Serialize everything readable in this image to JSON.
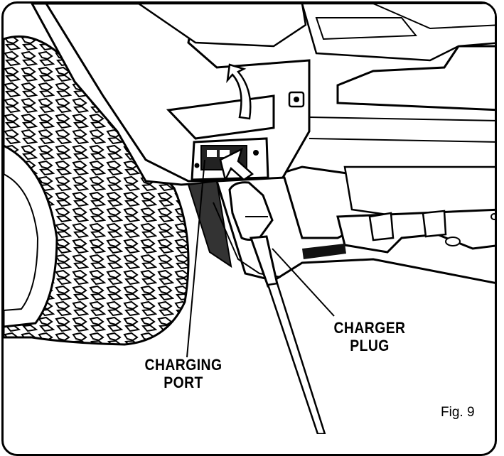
{
  "labels": {
    "charging_port": {
      "line1": "CHARGING",
      "line2": "PORT"
    },
    "charger_plug": {
      "line1": "CHARGER",
      "line2": "PLUG"
    }
  },
  "figure": {
    "caption": "Fig. 9"
  },
  "colors": {
    "line": "#000000",
    "fill": "#ffffff",
    "shade": "#1a1a1a",
    "accent": "#555555"
  }
}
